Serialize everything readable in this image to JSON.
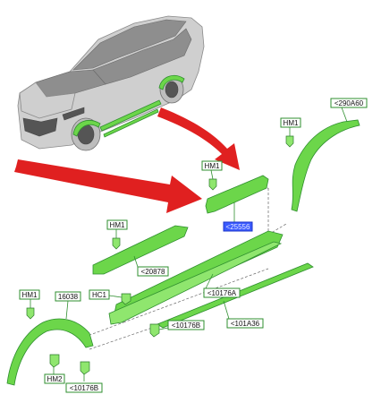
{
  "callouts": {
    "hm1_top": "HM1",
    "part_290a60": "<290A60",
    "hm1_mid": "HM1",
    "part_25556": "<25556",
    "hm1_left": "HM1",
    "part_20878": "<20878",
    "part_10176a": "<10176A",
    "hm1_bottom": "HM1",
    "part_16038": "16038",
    "hc1": "HC1",
    "part_10176b_mid": "<10176B",
    "part_101a36": "<101A36",
    "hm2": "HM2",
    "part_10176b_bottom": "<10176B"
  },
  "colors": {
    "part_green": "#6cd64a",
    "highlight_blue": "#3b5bff",
    "arrow_red": "#e02020"
  }
}
